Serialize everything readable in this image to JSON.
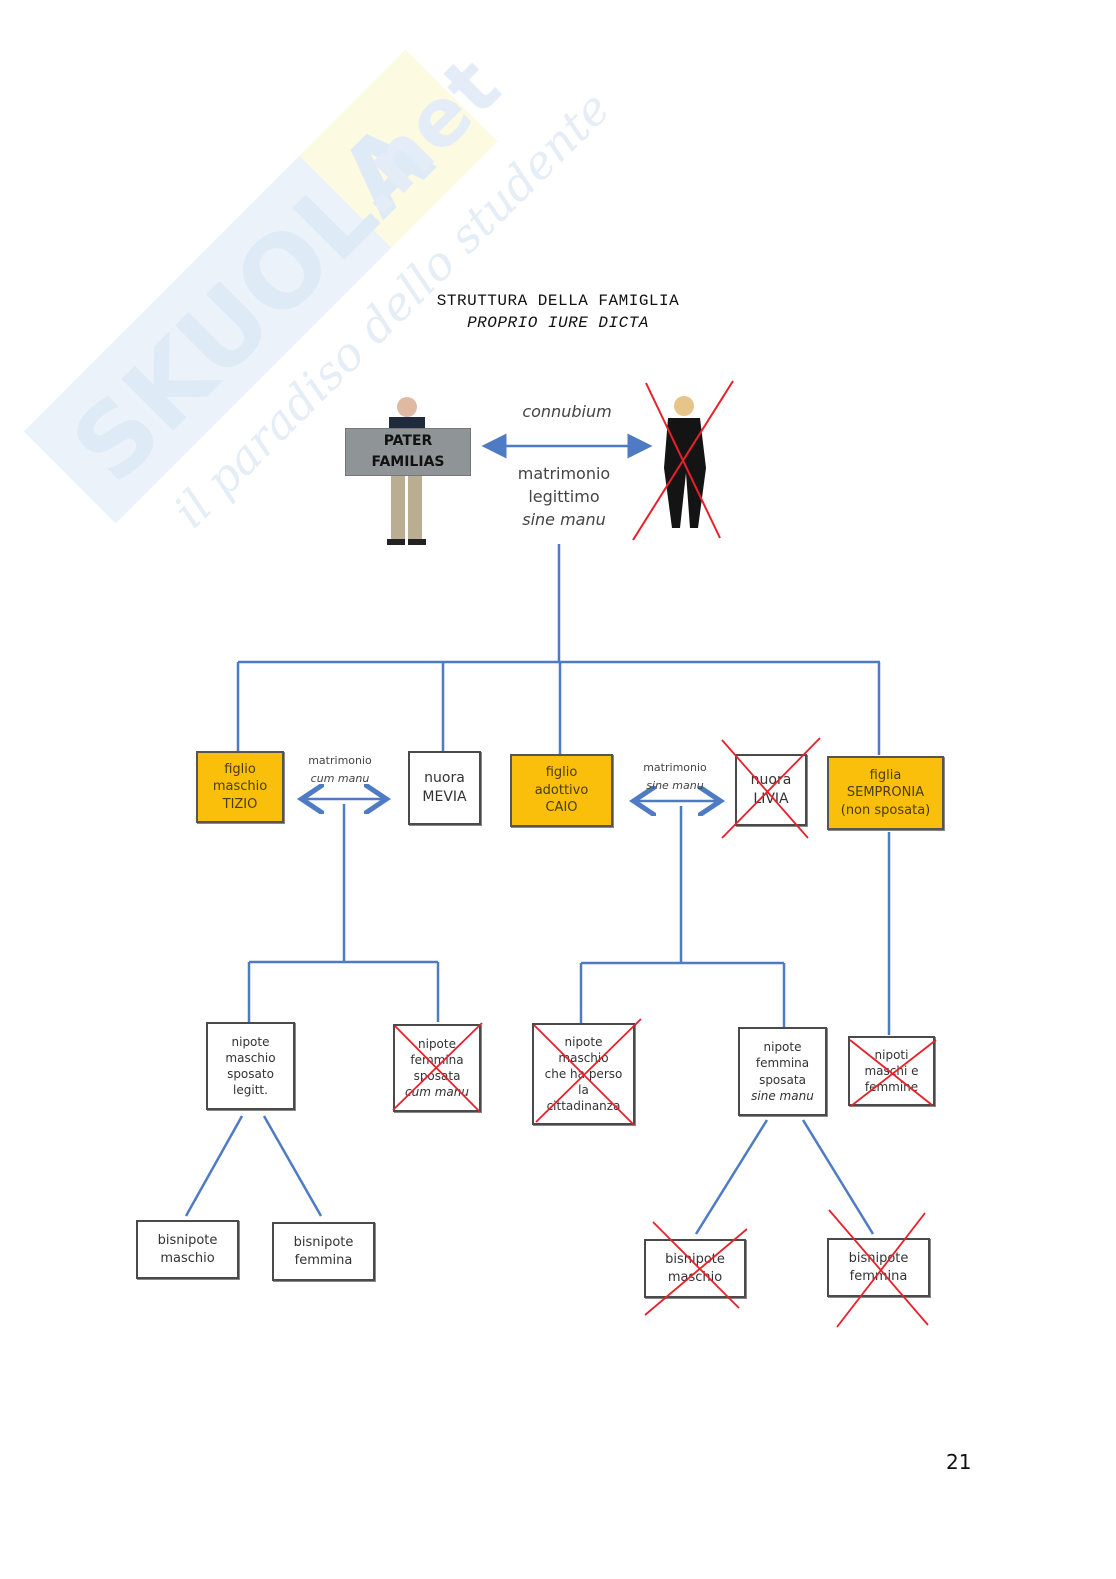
{
  "watermark": {
    "brand": "SKUOLA",
    "brand_suffix": ".net",
    "tagline": "il paradiso dello studente"
  },
  "title": {
    "line1": "STRUTTURA DELLA FAMIGLIA",
    "line2": "PROPRIO IURE DICTA"
  },
  "top": {
    "pater_sign": [
      "PATER",
      "FAMILIAS"
    ],
    "relation_above": "connubium",
    "relation_below": [
      "matrimonio",
      "legittimo",
      "sine manu"
    ],
    "wife_crossed": true
  },
  "children": {
    "tizio": [
      "figlio",
      "maschio",
      "TIZIO"
    ],
    "tizio_marriage": [
      "matrimonio",
      "cum manu"
    ],
    "mevia": [
      "nuora",
      "MEVIA"
    ],
    "caio": [
      "figlio",
      "adottivo",
      "CAIO"
    ],
    "caio_marriage": [
      "matrimonio",
      "sine manu"
    ],
    "livia": [
      "nuora",
      "LIVIA"
    ],
    "sempronia": [
      "figlia",
      "SEMPRONIA",
      "(non sposata)"
    ]
  },
  "grandchildren": {
    "g1": [
      "nipote",
      "maschio",
      "sposato",
      "legitt."
    ],
    "g2": [
      "nipote",
      "femmina",
      "sposata",
      "cum manu"
    ],
    "g3": [
      "nipote",
      "maschio",
      "che ha perso",
      "la",
      "cittadinanza"
    ],
    "g4": [
      "nipote",
      "femmina",
      "sposata",
      "sine manu"
    ],
    "g5": [
      "nipoti",
      "maschi e",
      "femmine"
    ]
  },
  "great_grandchildren": {
    "gg1": [
      "bisnipote",
      "maschio"
    ],
    "gg2": [
      "bisnipote",
      "femmina"
    ],
    "gg3": [
      "bisnipote",
      "maschio"
    ],
    "gg4": [
      "bisnipote",
      "femmina"
    ]
  },
  "colors": {
    "connector": "#4f7bc4",
    "cross": "#e8202a",
    "highlight": "#f9bf0b"
  },
  "page_number": "21"
}
